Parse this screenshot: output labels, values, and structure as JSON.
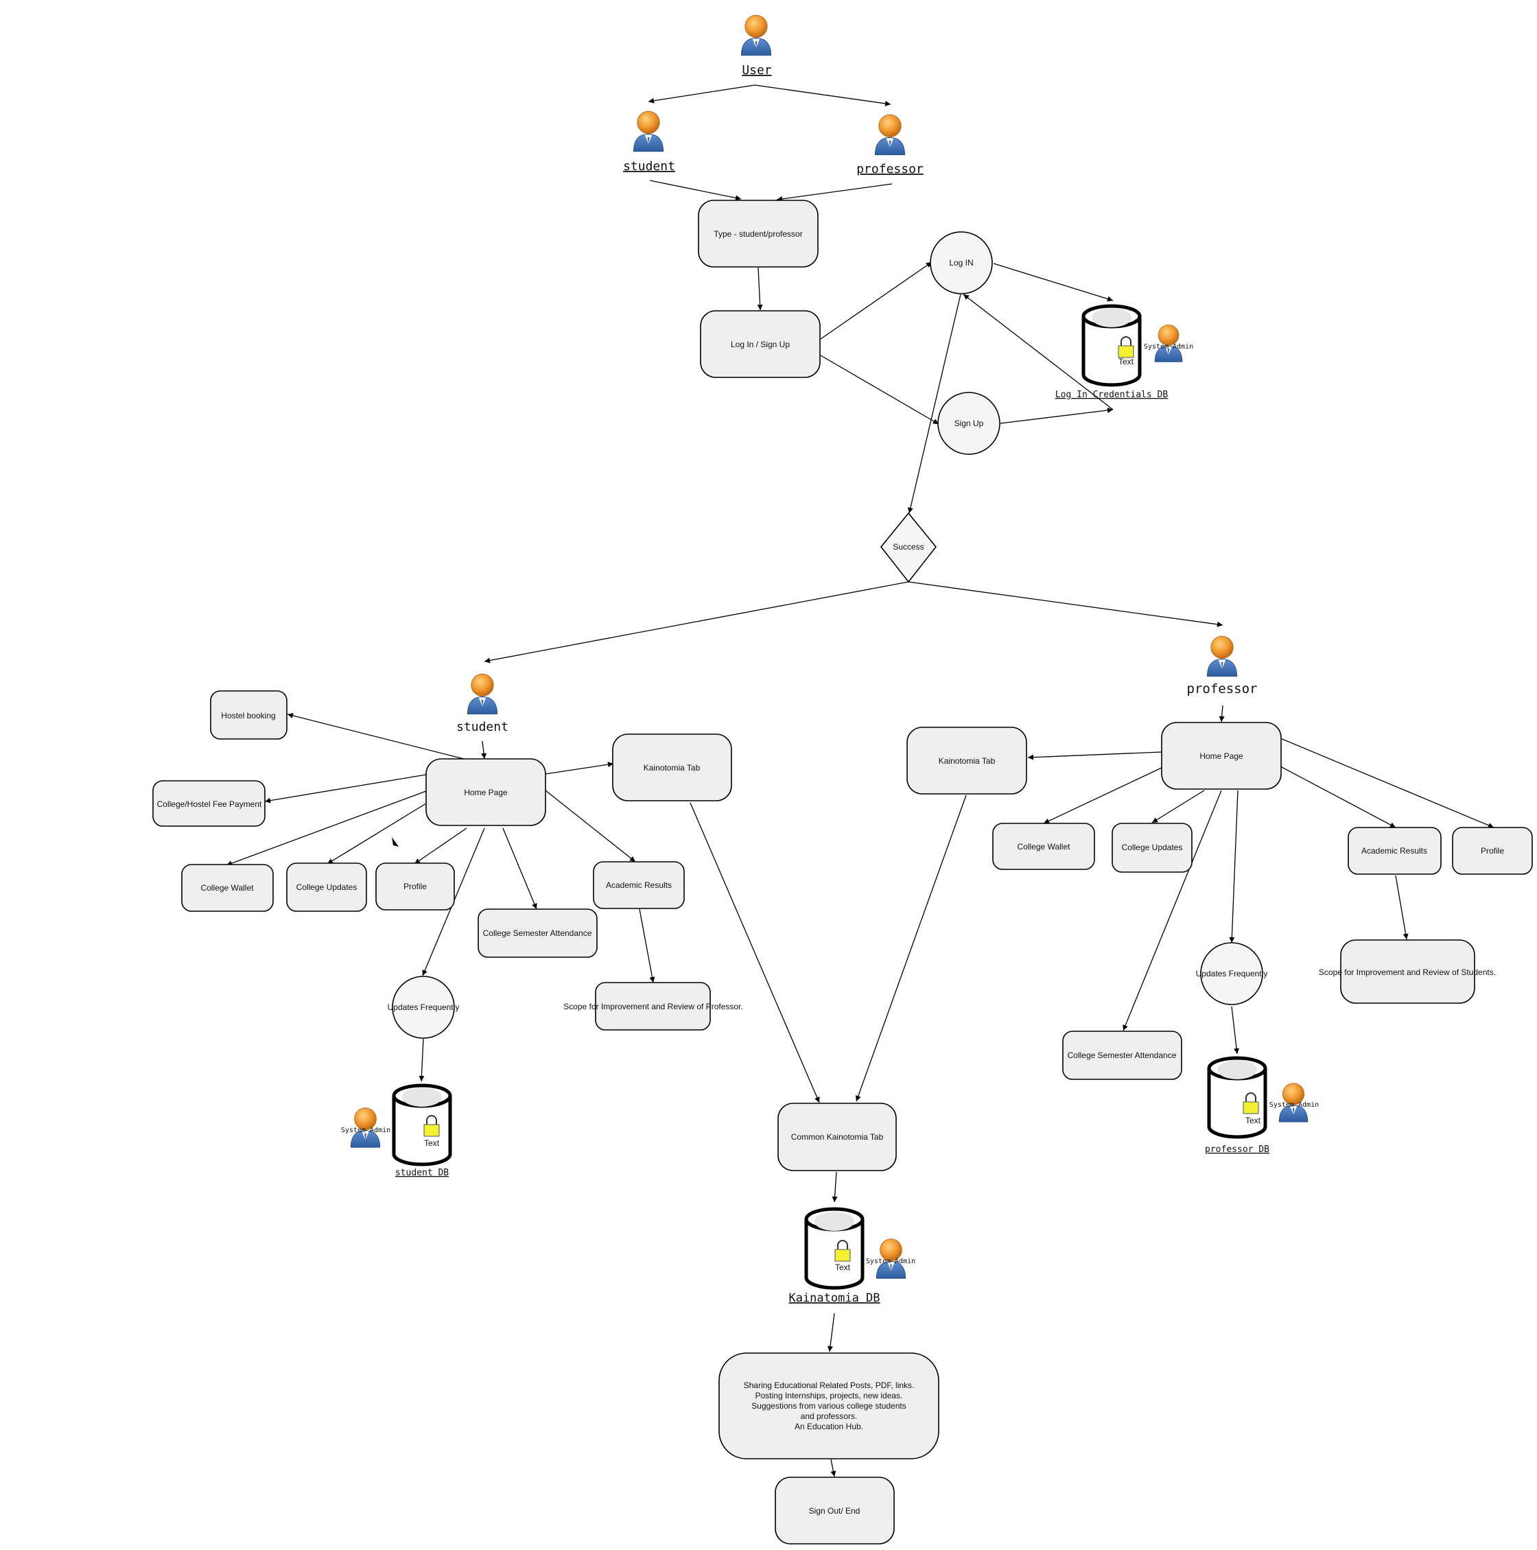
{
  "actors": {
    "user": "User",
    "student_top": "student",
    "professor_top": "professor",
    "student_mid": "student",
    "professor_mid": "professor"
  },
  "top": {
    "type": "Type - student/professor",
    "login_signup": "Log In / Sign Up",
    "login": "Log IN",
    "signup": "Sign Up",
    "success": "Success"
  },
  "databases": {
    "credentials": {
      "label": "Log In Credentials DB",
      "lock_text": "Text",
      "admin": "System Admin"
    },
    "student": {
      "label": "student DB",
      "lock_text": "Text",
      "admin": "System Admin"
    },
    "professor": {
      "label": "professor DB",
      "lock_text": "Text",
      "admin": "System Admin"
    },
    "kainatomia": {
      "label": "Kainatomia DB",
      "lock_text": "Text",
      "admin": "System Admin"
    }
  },
  "student_side": {
    "hostel_booking": "Hostel booking",
    "fee_payment": "College/Hostel Fee Payment",
    "home_page": "Home Page",
    "kainotomia_tab": "Kainotomia Tab",
    "college_wallet": "College Wallet",
    "college_updates": "College Updates",
    "profile": "Profile",
    "academic_results": "Academic Results",
    "semester_attendance": "College Semester Attendance",
    "updates_frequently": "Updates Frequently",
    "scope_review": "Scope for Improvement and Review of Professor."
  },
  "professor_side": {
    "kainotomia_tab": "Kainotomia Tab",
    "home_page": "Home Page",
    "college_wallet": "College Wallet",
    "college_updates": "College Updates",
    "academic_results": "Academic Results",
    "profile": "Profile",
    "updates_frequently": "Updates Frequently",
    "scope_review": "Scope for Improvement and Review of Students.",
    "semester_attendance": "College Semester Attendance"
  },
  "bottom": {
    "common_tab": "Common Kainotomia Tab",
    "sharing_lines": [
      "Sharing Educational Related Posts, PDF, links.",
      "Posting Internships, projects, new ideas.",
      "Suggestions from various college students",
      "and professors.",
      "An Education Hub."
    ],
    "signout": "Sign Out/ End"
  }
}
